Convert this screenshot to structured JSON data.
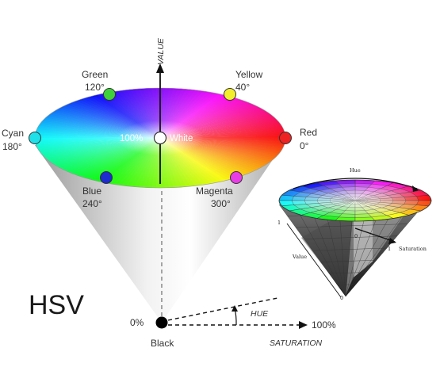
{
  "main_diagram": {
    "axis_value": "VALUE",
    "axis_hue": "HUE",
    "axis_saturation": "SATURATION",
    "center_value_label": "100%",
    "center_color_label": "White",
    "bottom_value_label": "0%",
    "bottom_color_label": "Black",
    "saturation_end_label": "100%",
    "title": "HSV",
    "hue_points": [
      {
        "name": "Green",
        "angle": "120°",
        "color": "#3ed13b"
      },
      {
        "name": "Yellow",
        "angle": "40°",
        "color": "#f3ef2a"
      },
      {
        "name": "Cyan",
        "angle": "180°",
        "color": "#1fe0e8"
      },
      {
        "name": "Red",
        "angle": "0°",
        "color": "#ee2222"
      },
      {
        "name": "Blue",
        "angle": "240°",
        "color": "#1d2bcf"
      },
      {
        "name": "Magenta",
        "angle": "300°",
        "color": "#e83de6"
      }
    ]
  },
  "inset_diagram": {
    "hue_label": "Hue",
    "saturation_label": "Saturation",
    "value_label": "Value",
    "one_label_a": "1",
    "one_label_b": "1",
    "zero_label_a": "0",
    "zero_label_b": "0"
  }
}
